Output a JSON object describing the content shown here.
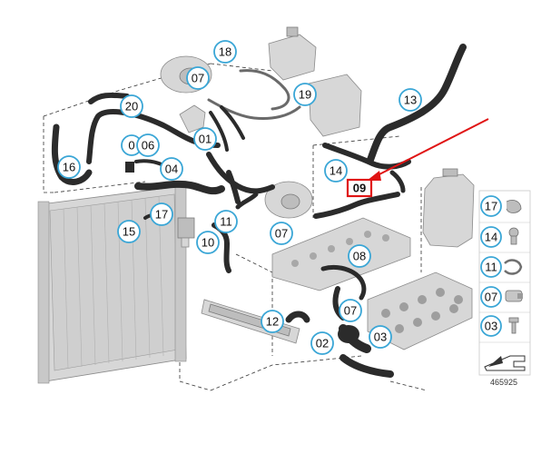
{
  "diagram_ref": "465925",
  "highlight": {
    "label": "09",
    "color": "#e01414"
  },
  "callouts": [
    "18",
    "07",
    "20",
    "19",
    "13",
    "16",
    "0",
    "06",
    "01",
    "04",
    "14",
    "17",
    "15",
    "11",
    "10",
    "07",
    "09",
    "08",
    "07",
    "12",
    "02",
    "03"
  ],
  "legend": [
    "17",
    "14",
    "11",
    "07",
    "03"
  ],
  "accent_color": "#3aa6d6"
}
